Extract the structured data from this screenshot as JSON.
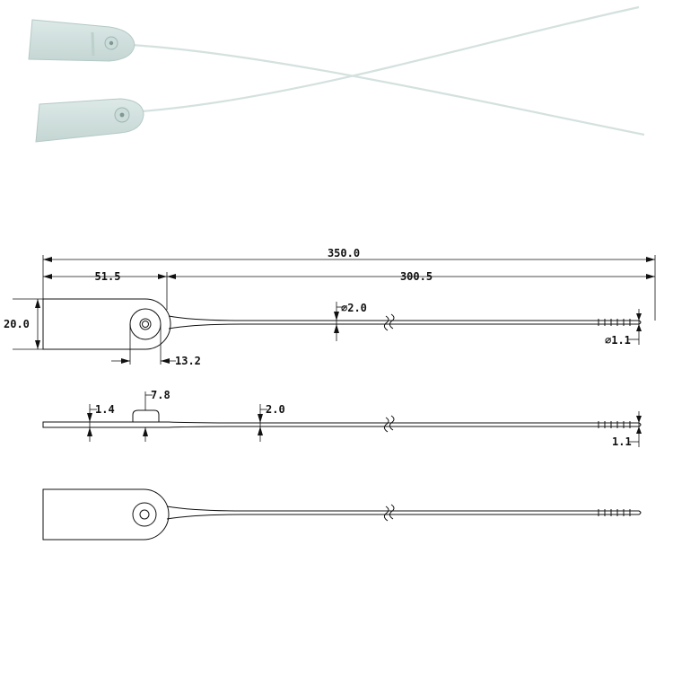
{
  "colors": {
    "background": "#ffffff",
    "line": "#111111",
    "tag": "#cfe0dd",
    "tag_edge": "#b3c8c4",
    "cable": "#d6e3e1"
  },
  "photo": {
    "tags": [
      "upper-seal-tag",
      "lower-seal-tag"
    ]
  },
  "top_view": {
    "overall_length": "350.0",
    "tag_length": "51.5",
    "tail_length": "300.5",
    "tag_height": "20.0",
    "hole_offset": "13.2",
    "cable_diameter": "⌀2.0",
    "tip_diameter": "⌀1.1"
  },
  "side_view": {
    "tag_thickness": "1.4",
    "boss_width": "7.8",
    "cable_thickness": "2.0",
    "tip_thickness": "1.1"
  },
  "bottom_view": {}
}
